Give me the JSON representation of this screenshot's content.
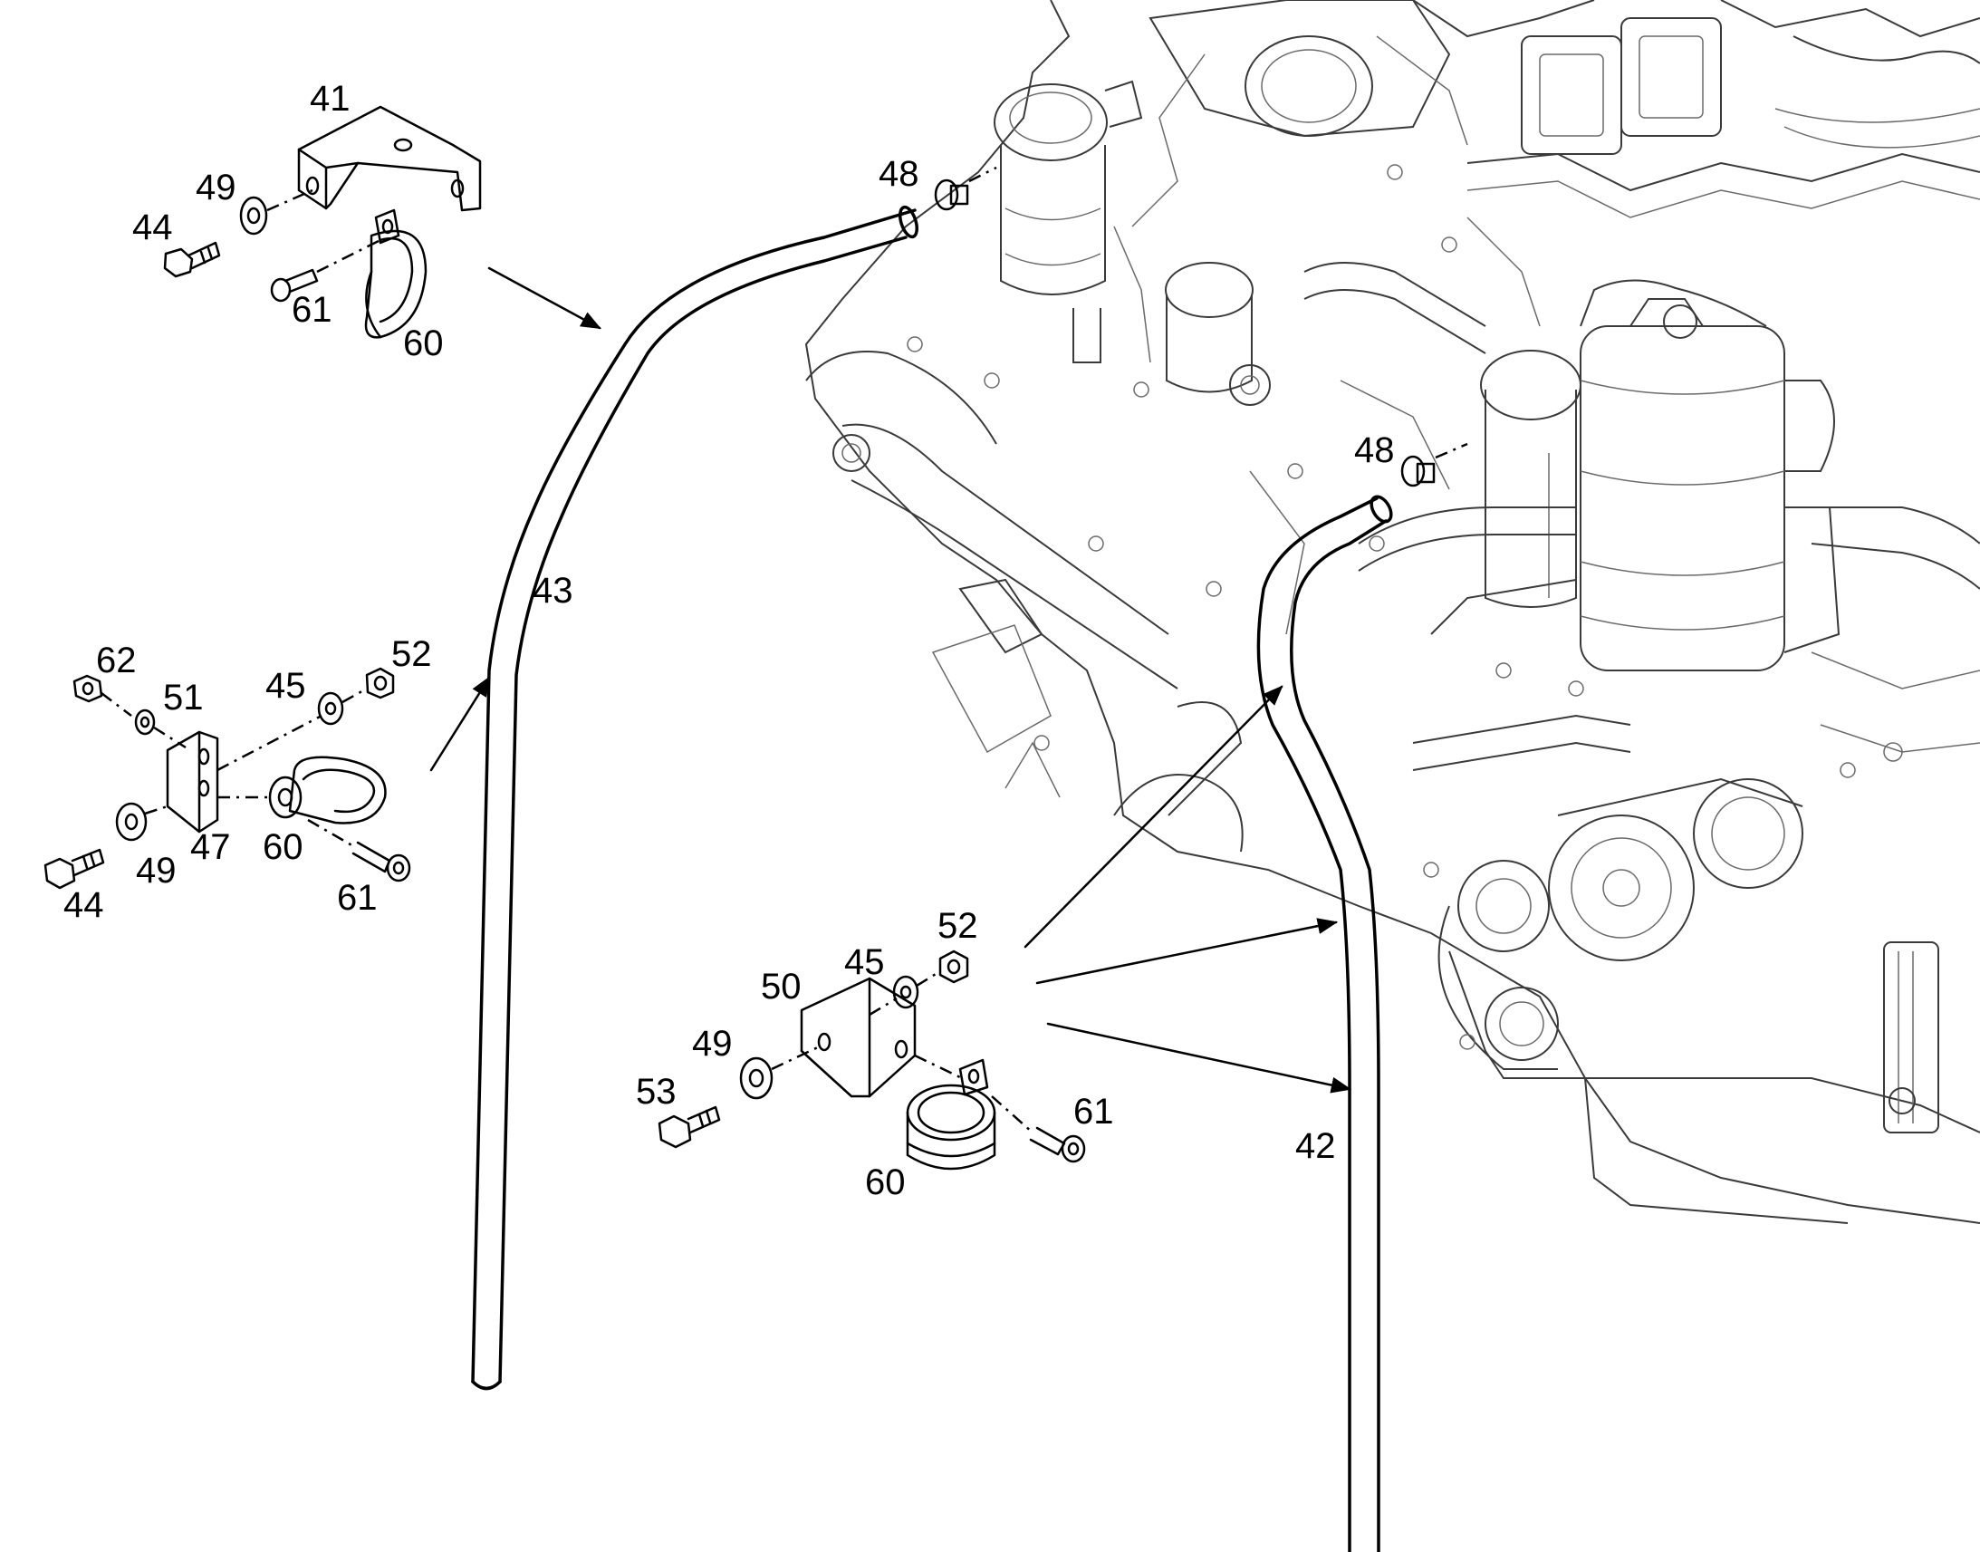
{
  "figure": {
    "callouts": {
      "c41": "41",
      "c49a": "49",
      "c44a": "44",
      "c61a": "61",
      "c60a": "60",
      "c48a": "48",
      "c48b": "48",
      "c43": "43",
      "c62": "62",
      "c51": "51",
      "c45a": "45",
      "c52a": "52",
      "c47": "47",
      "c60b": "60",
      "c49b": "49",
      "c44b": "44",
      "c61b": "61",
      "c52b": "52",
      "c45b": "45",
      "c50": "50",
      "c49c": "49",
      "c53": "53",
      "c61c": "61",
      "c60c": "60",
      "c42": "42"
    }
  }
}
